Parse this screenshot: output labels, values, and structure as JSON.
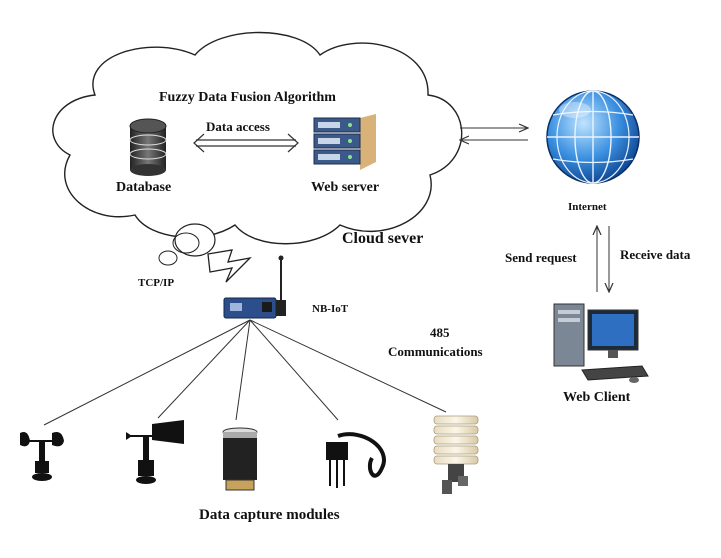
{
  "cloud": {
    "title": "Fuzzy Data Fusion Algorithm",
    "data_access": "Data access",
    "database": "Database",
    "web_server": "Web server",
    "name": "Cloud sever"
  },
  "network": {
    "tcpip": "TCP/IP",
    "nbiot": "NB-IoT",
    "comm_485_line1": "485",
    "comm_485_line2": "Communications"
  },
  "client_side": {
    "internet": "Internet",
    "send_request": "Send request",
    "receive_data": "Receive data",
    "web_client": "Web Client"
  },
  "modules": {
    "label": "Data capture modules"
  },
  "icons": [
    "database-icon",
    "web-server-icon",
    "globe-icon",
    "lightning-icon",
    "nbiot-gateway-icon",
    "computer-icon",
    "anemometer-icon",
    "wind-vane-icon",
    "rain-gauge-icon",
    "soil-probe-icon",
    "louver-shield-icon"
  ]
}
